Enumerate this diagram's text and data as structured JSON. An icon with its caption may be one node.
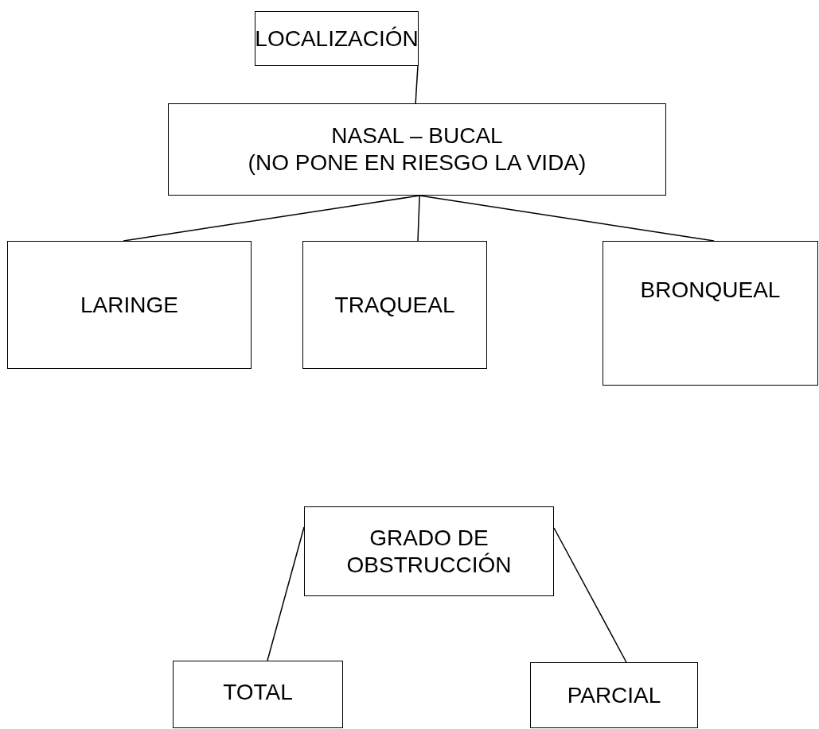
{
  "diagram": {
    "nodes": [
      {
        "text": [
          "LOCALIZACIÓN"
        ]
      },
      {
        "text": [
          "NASAL – BUCAL",
          "(NO PONE EN RIESGO LA VIDA)"
        ]
      },
      {
        "text": [
          "LARINGE"
        ]
      },
      {
        "text": [
          "TRAQUEAL"
        ]
      },
      {
        "text": [
          "BRONQUEAL"
        ]
      },
      {
        "text": [
          "GRADO DE OBSTRUCCIÓN"
        ]
      },
      {
        "text": [
          "TOTAL"
        ]
      },
      {
        "text": [
          "PARCIAL"
        ]
      }
    ],
    "edges": [
      {
        "from": 0,
        "to": 1,
        "arrow": "none"
      },
      {
        "from": 1,
        "to": 2,
        "arrow": "none"
      },
      {
        "from": 1,
        "to": 3,
        "arrow": "none"
      },
      {
        "from": 1,
        "to": 4,
        "arrow": "none"
      },
      {
        "from": 5,
        "to": 6,
        "arrow": "none"
      },
      {
        "from": 5,
        "to": 7,
        "arrow": "none"
      }
    ]
  }
}
